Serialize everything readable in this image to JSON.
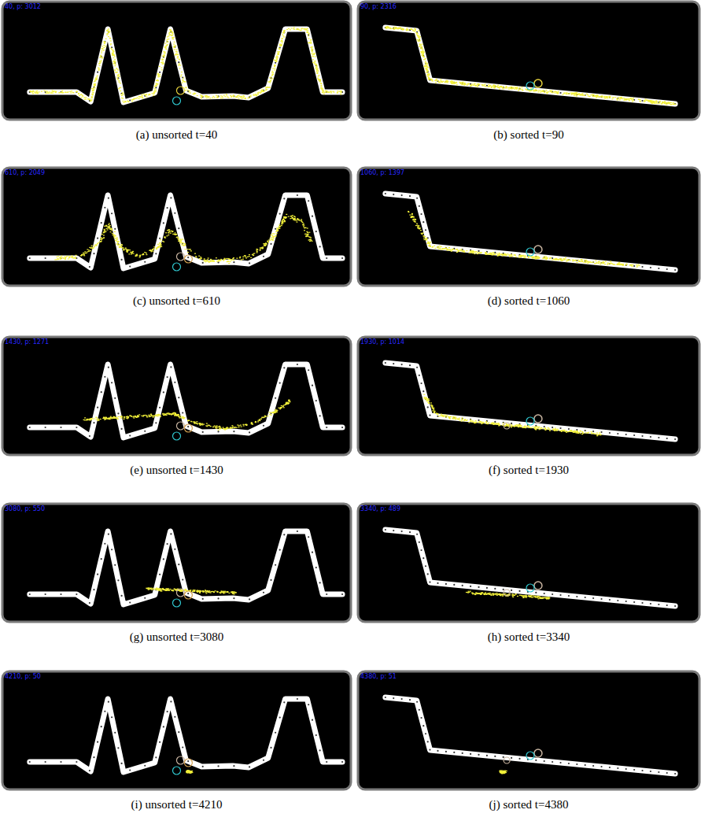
{
  "diagram": {
    "labels": [
      "40, p: 3012",
      "(a) unsorted t=40",
      "90, p: 2316",
      "(b) sorted t=90",
      "610, p: 2049",
      "(c) unsorted t=610",
      "1060, p: 1397",
      "(d) sorted t=1060",
      "1430, p: 1271",
      "(e) unsorted t=1430",
      "1930, p: 1014",
      "(f) sorted t=1930",
      "3080, p: 550",
      "(g) unsorted t=3080",
      "3340, p: 489",
      "(h) sorted t=3340",
      "4210, p: 50",
      "(i) unsorted t=4210",
      "4380, p: 51",
      "(j) sorted t=4380"
    ]
  }
}
